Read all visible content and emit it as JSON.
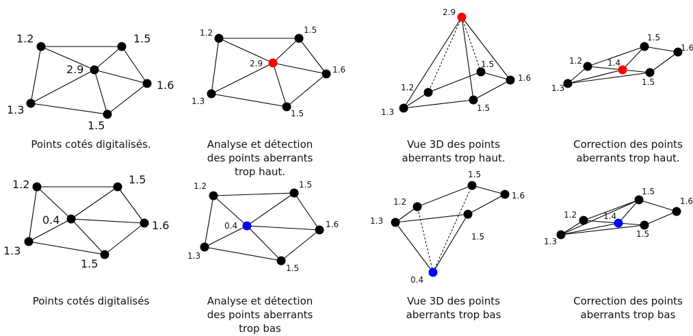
{
  "colors": {
    "normal": "#000000",
    "high_outlier": "#ff0000",
    "low_outlier": "#0000ff",
    "edge": "#000000"
  },
  "rows": [
    {
      "panels": [
        {
          "id": "digitized-high",
          "caption": [
            "Points cotés digitalisés."
          ],
          "points": [
            {
              "label": "1.2",
              "type": "normal"
            },
            {
              "label": "1.5",
              "type": "normal"
            },
            {
              "label": "2.9",
              "type": "normal"
            },
            {
              "label": "1.6",
              "type": "normal"
            },
            {
              "label": "1.3",
              "type": "normal"
            },
            {
              "label": "1.5",
              "type": "normal"
            }
          ]
        },
        {
          "id": "analysis-high",
          "caption": [
            "Analyse et détection",
            "des points aberrants",
            "trop haut."
          ],
          "points": [
            {
              "label": "1.2",
              "type": "normal"
            },
            {
              "label": "1.5",
              "type": "normal"
            },
            {
              "label": "2.9",
              "type": "high_outlier"
            },
            {
              "label": "1.6",
              "type": "normal"
            },
            {
              "label": "1.3",
              "type": "normal"
            },
            {
              "label": "1.5",
              "type": "normal"
            }
          ]
        },
        {
          "id": "view3d-high",
          "caption": [
            "Vue 3D des points",
            "aberrants trop haut."
          ],
          "points": [
            {
              "label": "2.9",
              "type": "high_outlier"
            },
            {
              "label": "1.2",
              "type": "normal"
            },
            {
              "label": "1.5",
              "type": "normal"
            },
            {
              "label": "1.6",
              "type": "normal"
            },
            {
              "label": "1.3",
              "type": "normal"
            },
            {
              "label": "1.5",
              "type": "normal"
            }
          ]
        },
        {
          "id": "correction-high",
          "caption": [
            "Correction des points",
            "aberrants trop haut."
          ],
          "points": [
            {
              "label": "1.2",
              "type": "normal"
            },
            {
              "label": "1.5",
              "type": "normal"
            },
            {
              "label": "1.6",
              "type": "normal"
            },
            {
              "label": "1.4",
              "type": "high_outlier"
            },
            {
              "label": "1.5",
              "type": "normal"
            },
            {
              "label": "1.3",
              "type": "normal"
            }
          ]
        }
      ]
    },
    {
      "panels": [
        {
          "id": "digitized-low",
          "caption": [
            "Points cotés digitalisés"
          ],
          "points": [
            {
              "label": "1.2",
              "type": "normal"
            },
            {
              "label": "1.5",
              "type": "normal"
            },
            {
              "label": "0.4",
              "type": "normal"
            },
            {
              "label": "1.6",
              "type": "normal"
            },
            {
              "label": "1.3",
              "type": "normal"
            },
            {
              "label": "1.5",
              "type": "normal"
            }
          ]
        },
        {
          "id": "analysis-low",
          "caption": [
            "Analyse et détection",
            "des points aberrants",
            "trop bas"
          ],
          "points": [
            {
              "label": "1.2",
              "type": "normal"
            },
            {
              "label": "1.5",
              "type": "normal"
            },
            {
              "label": "0.4",
              "type": "low_outlier"
            },
            {
              "label": "1.6",
              "type": "normal"
            },
            {
              "label": "1.3",
              "type": "normal"
            },
            {
              "label": "1.5",
              "type": "normal"
            }
          ]
        },
        {
          "id": "view3d-low",
          "caption": [
            "Vue 3D des points",
            "aberrants trop bas"
          ],
          "points": [
            {
              "label": "1.5",
              "type": "normal"
            },
            {
              "label": "1.2",
              "type": "normal"
            },
            {
              "label": "1.6",
              "type": "normal"
            },
            {
              "label": "1.3",
              "type": "normal"
            },
            {
              "label": "1.5",
              "type": "normal"
            },
            {
              "label": "0.4",
              "type": "low_outlier"
            }
          ]
        },
        {
          "id": "correction-low",
          "caption": [
            "Correction des points",
            "aberrants trop bas"
          ],
          "points": [
            {
              "label": "1.5",
              "type": "normal"
            },
            {
              "label": "1.6",
              "type": "normal"
            },
            {
              "label": "1.2",
              "type": "normal"
            },
            {
              "label": "1.4",
              "type": "low_outlier"
            },
            {
              "label": "1.5",
              "type": "normal"
            },
            {
              "label": "1.3",
              "type": "normal"
            }
          ]
        }
      ]
    }
  ]
}
